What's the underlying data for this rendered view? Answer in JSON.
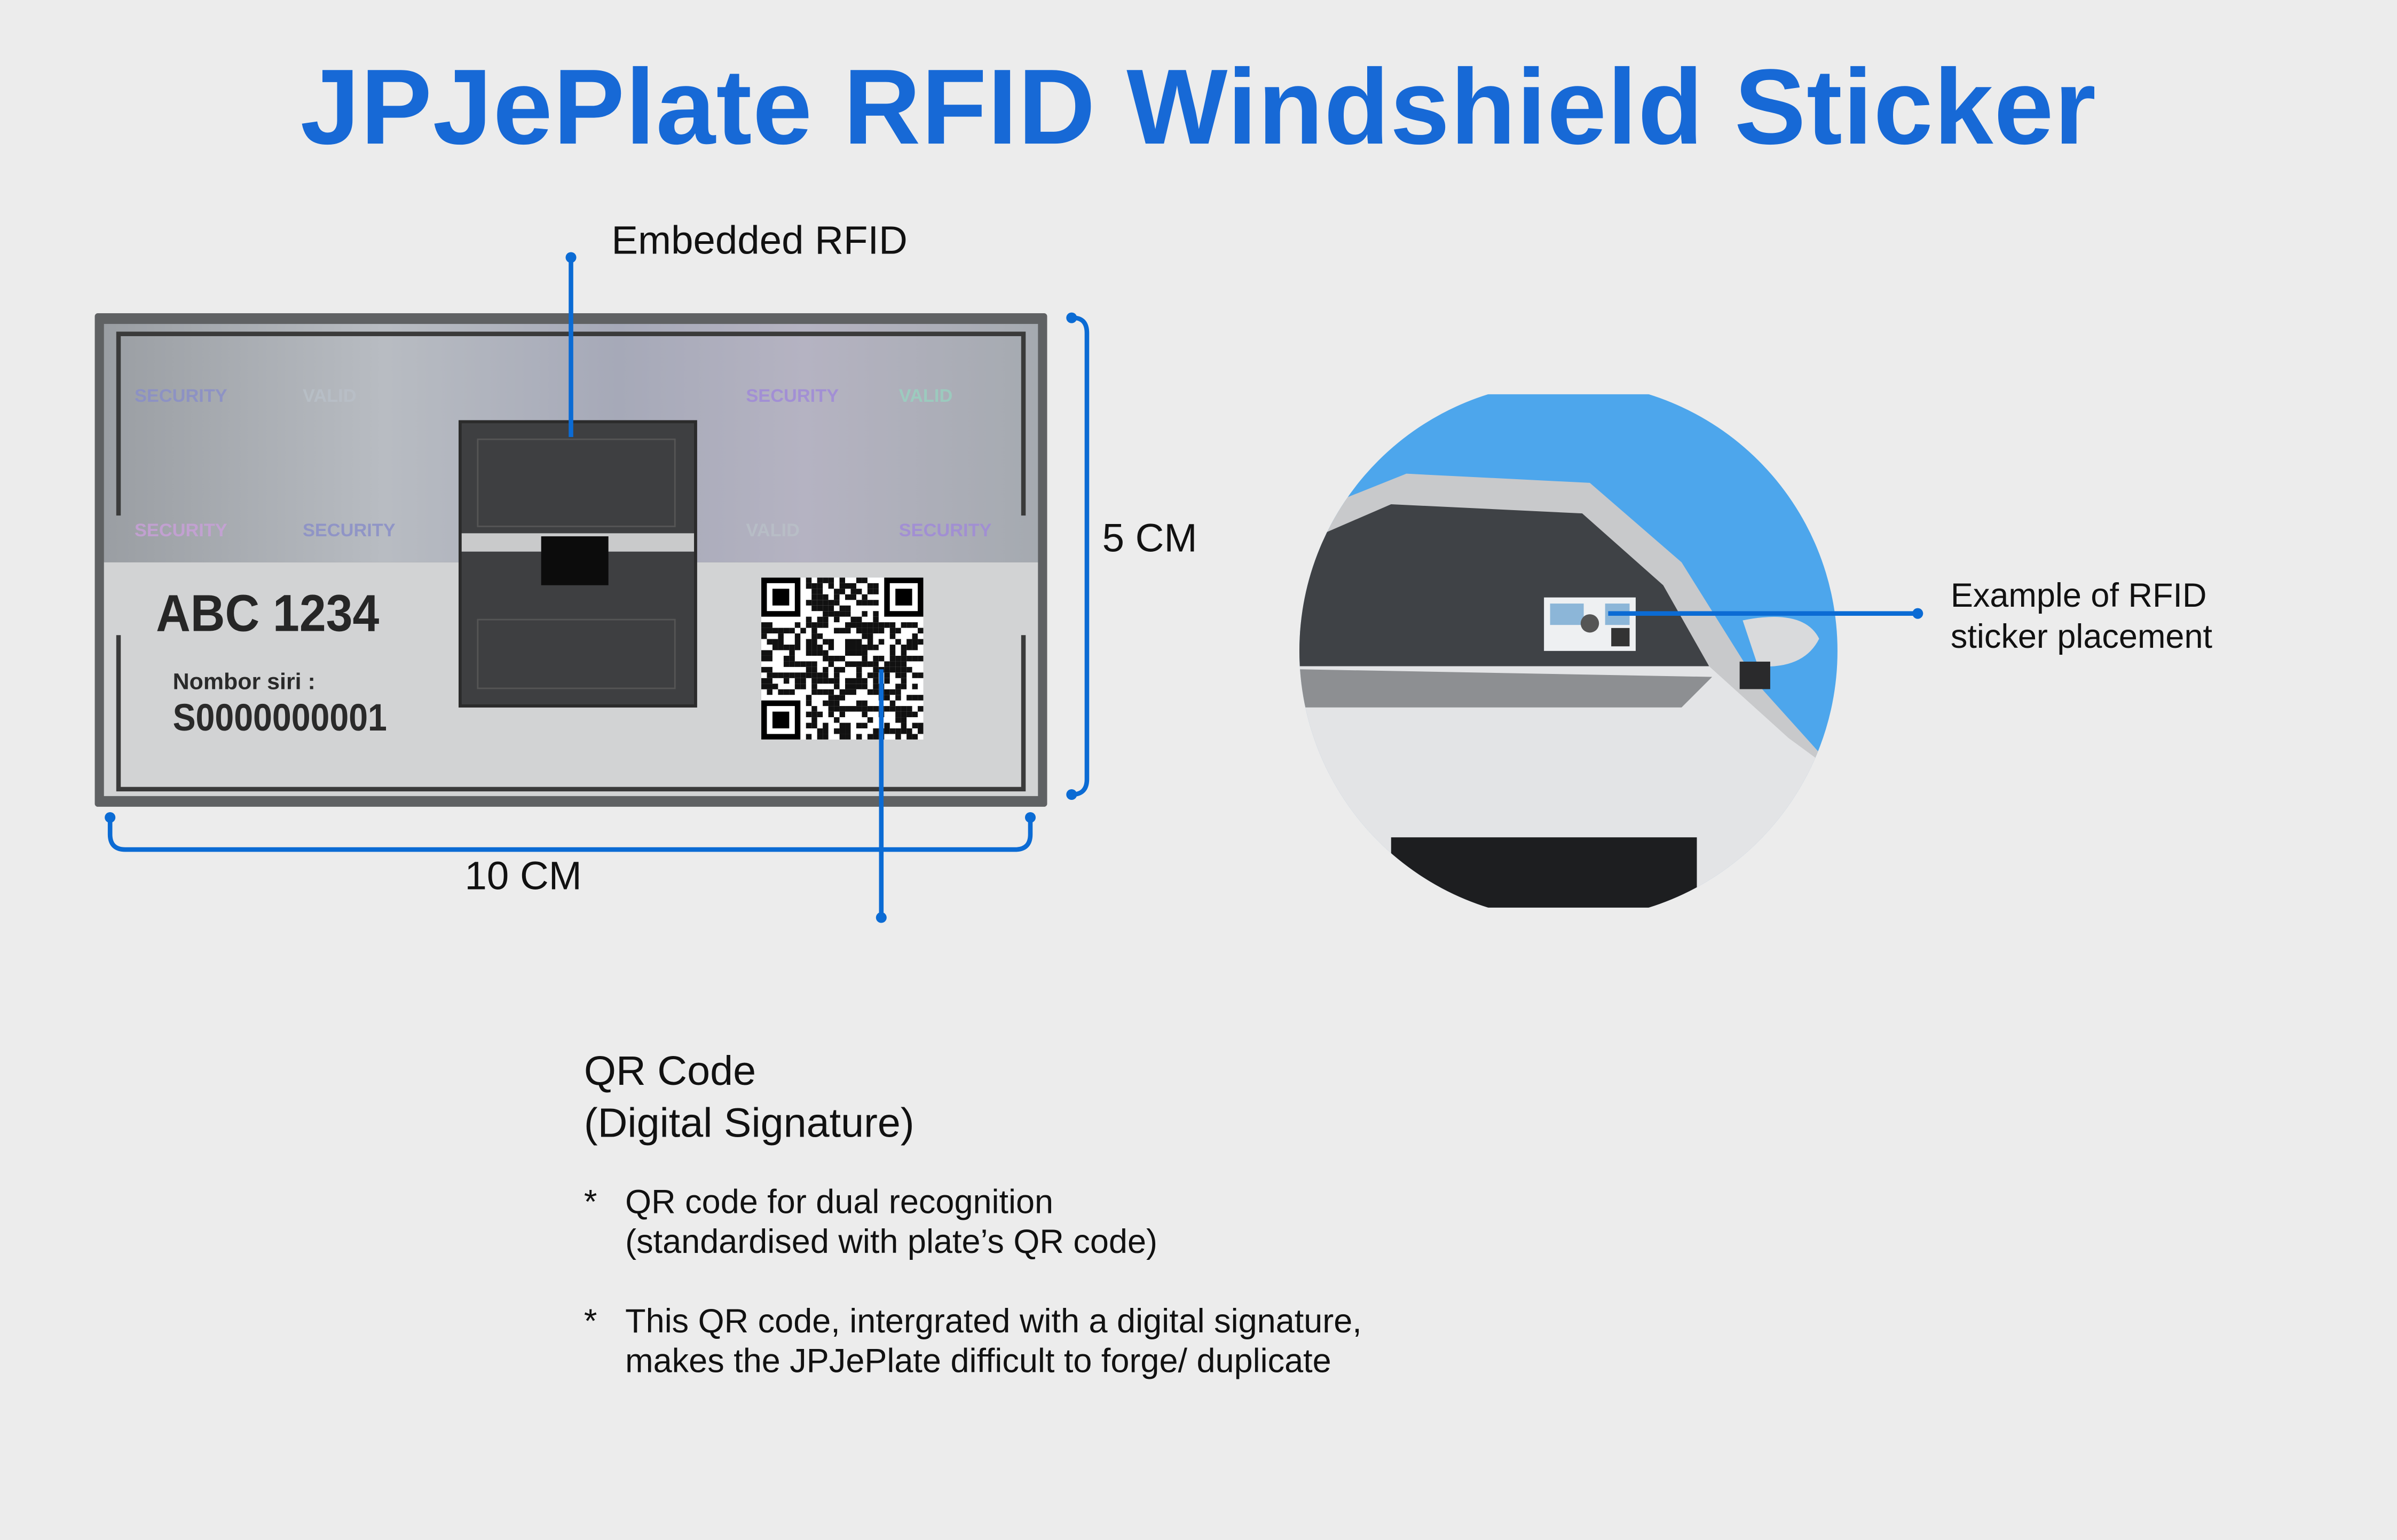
{
  "title": "JPJePlate RFID Windshield Sticker",
  "callouts": {
    "rfid": "Embedded RFID",
    "height": "5 CM",
    "width": "10 CM",
    "placement_line1": "Example of RFID",
    "placement_line2": "sticker placement"
  },
  "sticker": {
    "plate_number": "ABC 1234",
    "serial_label": "Nombor siri :",
    "serial_value": "S0000000001",
    "hologram_words": [
      "SECURITY",
      "VALID",
      "SECURITY",
      "VALID",
      "SECURITY",
      "SECURITY",
      "VALID",
      "SECURITY"
    ]
  },
  "qr_section": {
    "heading_line1": "QR Code",
    "heading_line2": "(Digital Signature)",
    "bullets": [
      {
        "marker": "*",
        "line1": "QR code for dual recognition",
        "line2": "(standardised with plate’s QR code)"
      },
      {
        "marker": "*",
        "line1": "This QR code, intergrated with a digital signature,",
        "line2": "makes the JPJePlate difficult to forge/ duplicate"
      }
    ]
  },
  "colors": {
    "accent": "#1769d6",
    "line": "#0b6bd4",
    "background": "#ececec",
    "sky": "#4da6ec"
  }
}
